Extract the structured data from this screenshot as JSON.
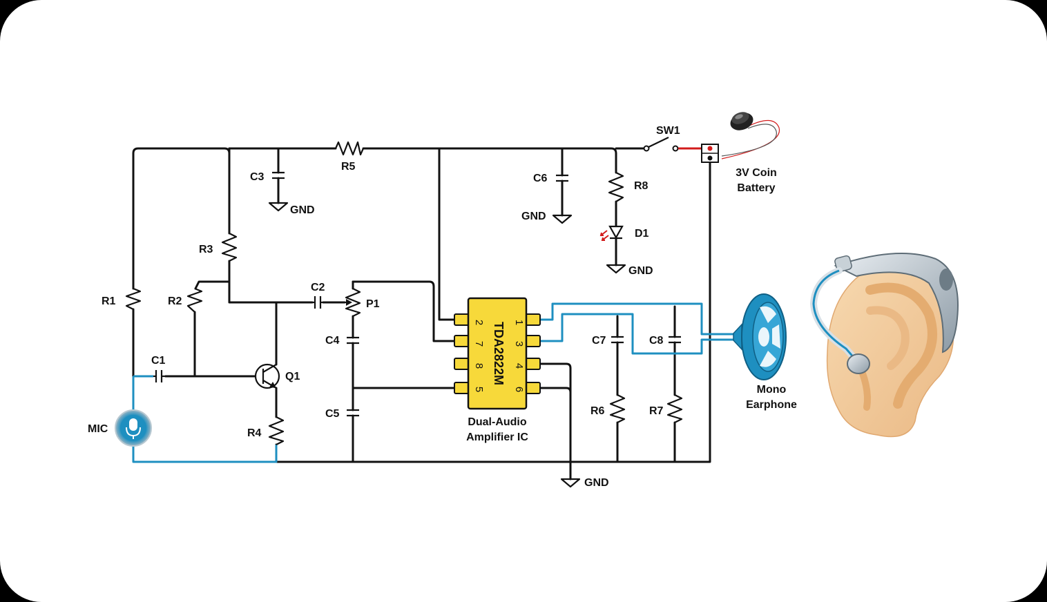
{
  "colors": {
    "background": "#ffffff",
    "wire": "#111111",
    "signal_wire": "#1e8fc0",
    "ic_body": "#f7d93a",
    "led": "#d21b1b",
    "battery_wire": "#d21b1b",
    "ear": "#f3cfa0"
  },
  "components": {
    "r1": "R1",
    "r2": "R2",
    "r3": "R3",
    "r4": "R4",
    "r5": "R5",
    "r6": "R6",
    "r7": "R7",
    "r8": "R8",
    "c1": "C1",
    "c2": "C2",
    "c3": "C3",
    "c4": "C4",
    "c5": "C5",
    "c6": "C6",
    "c7": "C7",
    "c8": "C8",
    "q1": "Q1",
    "p1": "P1",
    "d1": "D1",
    "sw1": "SW1",
    "mic": "MIC"
  },
  "gnd": {
    "c3": "GND",
    "c6": "GND",
    "d1": "GND",
    "ic": "GND"
  },
  "battery": {
    "line1": "3V Coin",
    "line2": "Battery"
  },
  "earphone": {
    "line1": "Mono",
    "line2": "Earphone"
  },
  "ic": {
    "part": "TDA2822M",
    "caption_line1": "Dual-Audio",
    "caption_line2": "Amplifier IC",
    "pins_left": [
      "2",
      "7",
      "8",
      "5"
    ],
    "pins_right": [
      "1",
      "3",
      "4",
      "6"
    ]
  },
  "icons": [
    "microphone-icon",
    "coin-battery-icon",
    "earphone-icon",
    "hearing-aid-ear-icon"
  ]
}
